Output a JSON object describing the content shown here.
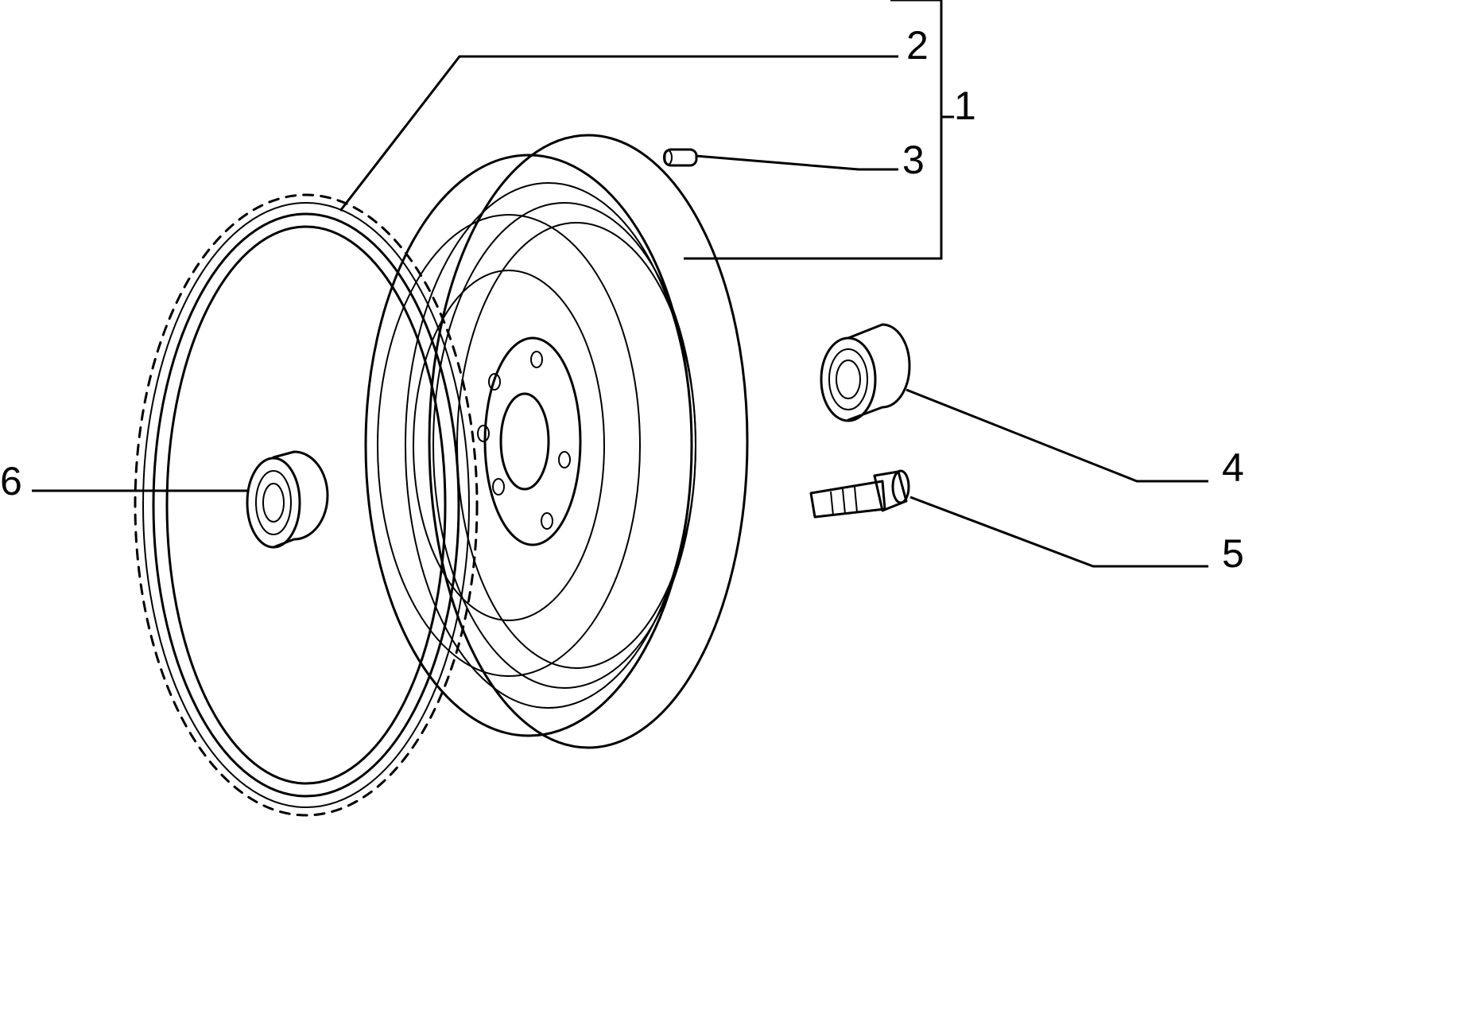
{
  "diagram": {
    "colors": {
      "ink": "#000000",
      "paper": "#ffffff"
    },
    "callouts": [
      {
        "id": "c1",
        "label": "1"
      },
      {
        "id": "c2",
        "label": "2"
      },
      {
        "id": "c3",
        "label": "3"
      },
      {
        "id": "c4",
        "label": "4"
      },
      {
        "id": "c5",
        "label": "5"
      },
      {
        "id": "c6",
        "label": "6"
      }
    ]
  }
}
